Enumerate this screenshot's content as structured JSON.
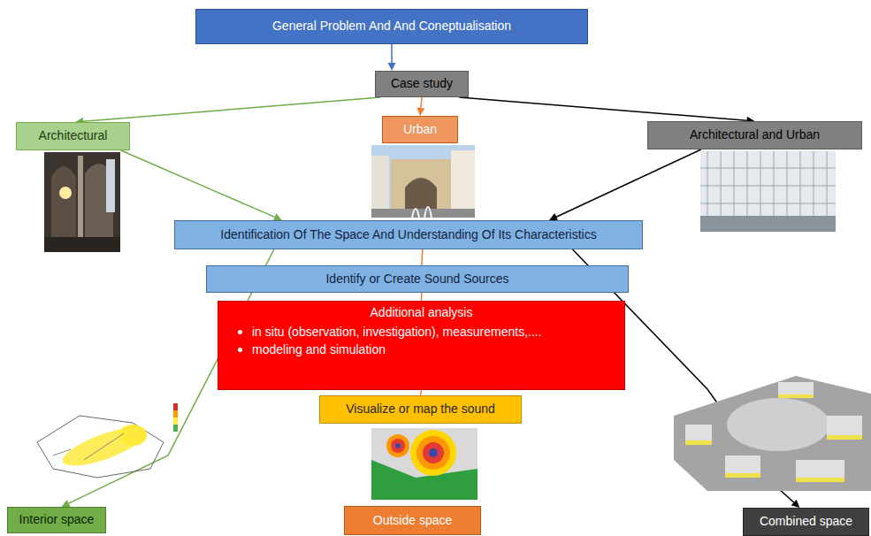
{
  "diagram": {
    "nodes": [
      {
        "text": [
          "General Problem And And Coneptualisation"
        ]
      },
      {
        "text": [
          "Case study"
        ]
      },
      {
        "text": [
          "Architectural"
        ]
      },
      {
        "text": [
          "Urban"
        ]
      },
      {
        "text": [
          "Architectural and Urban"
        ]
      },
      {
        "text": [
          "Identification Of The Space And Understanding Of Its Characteristics"
        ]
      },
      {
        "text": [
          "Identify or Create Sound Sources"
        ]
      },
      {
        "text": [
          "Additional analysis",
          "in situ (observation, investigation), measurements,....",
          "modeling and simulation"
        ]
      },
      {
        "text": [
          "Visualize or map the sound"
        ]
      },
      {
        "text": [
          "Interior space"
        ]
      },
      {
        "text": [
          "Outside space"
        ]
      },
      {
        "text": [
          "Combined space"
        ]
      }
    ],
    "edges": [
      {
        "from": 0,
        "to": 1,
        "arrow": "to"
      },
      {
        "from": 1,
        "to": 2,
        "arrow": "to"
      },
      {
        "from": 1,
        "to": 3,
        "arrow": "to"
      },
      {
        "from": 1,
        "to": 4,
        "arrow": "to"
      },
      {
        "from": 2,
        "to": 5,
        "arrow": "to"
      },
      {
        "from": 4,
        "to": 5,
        "arrow": "to"
      },
      {
        "from": 5,
        "to": 6,
        "arrow": "none"
      },
      {
        "from": 6,
        "to": 7,
        "arrow": "none"
      },
      {
        "from": 7,
        "to": 8,
        "arrow": "none"
      },
      {
        "from": 5,
        "to": 9,
        "arrow": "to"
      },
      {
        "from": 5,
        "to": 11,
        "arrow": "to"
      }
    ]
  }
}
